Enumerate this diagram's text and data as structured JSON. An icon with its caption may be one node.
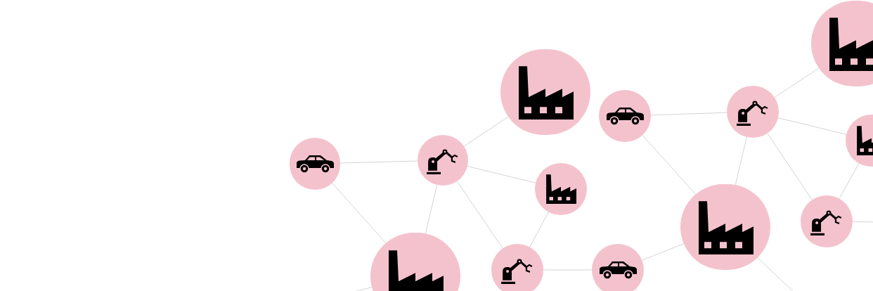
{
  "diagram": {
    "nodes": [
      {
        "text": [],
        "shape": "circle"
      },
      {
        "text": [],
        "shape": "circle"
      },
      {
        "text": [],
        "shape": "circle"
      },
      {
        "text": [],
        "shape": "circle"
      },
      {
        "text": [],
        "shape": "circle"
      },
      {
        "text": [],
        "shape": "circle"
      },
      {
        "text": [],
        "shape": "circle"
      },
      {
        "text": [],
        "shape": "circle"
      },
      {
        "text": [],
        "shape": "circle"
      },
      {
        "text": [],
        "shape": "circle"
      },
      {
        "text": [],
        "shape": "circle"
      },
      {
        "text": [],
        "shape": "circle"
      },
      {
        "text": [],
        "shape": "circle"
      }
    ],
    "edges": [
      {
        "from": 4,
        "to": 5,
        "arrow": "none"
      },
      {
        "from": 4,
        "to": 10,
        "arrow": "none"
      },
      {
        "from": 5,
        "to": 1,
        "arrow": "none"
      },
      {
        "from": 5,
        "to": 7,
        "arrow": "none"
      },
      {
        "from": 5,
        "to": 10,
        "arrow": "none"
      },
      {
        "from": 5,
        "to": 11,
        "arrow": "none"
      },
      {
        "from": 7,
        "to": 11,
        "arrow": "none"
      },
      {
        "from": 11,
        "to": 12,
        "arrow": "none"
      },
      {
        "from": 12,
        "to": 8,
        "arrow": "none"
      },
      {
        "from": 2,
        "to": 3,
        "arrow": "none"
      },
      {
        "from": 2,
        "to": 8,
        "arrow": "none"
      },
      {
        "from": 3,
        "to": 0,
        "arrow": "none"
      },
      {
        "from": 3,
        "to": 6,
        "arrow": "none"
      },
      {
        "from": 3,
        "to": 8,
        "arrow": "none"
      },
      {
        "from": 3,
        "to": 9,
        "arrow": "none"
      },
      {
        "from": 9,
        "to": 6,
        "arrow": "none"
      },
      {
        "from": 9,
        "to": null,
        "arrow": "none"
      },
      {
        "from": 8,
        "to": null,
        "arrow": "none"
      },
      {
        "from": 10,
        "to": null,
        "arrow": "none"
      },
      {
        "from": 12,
        "to": null,
        "arrow": "none"
      }
    ]
  }
}
